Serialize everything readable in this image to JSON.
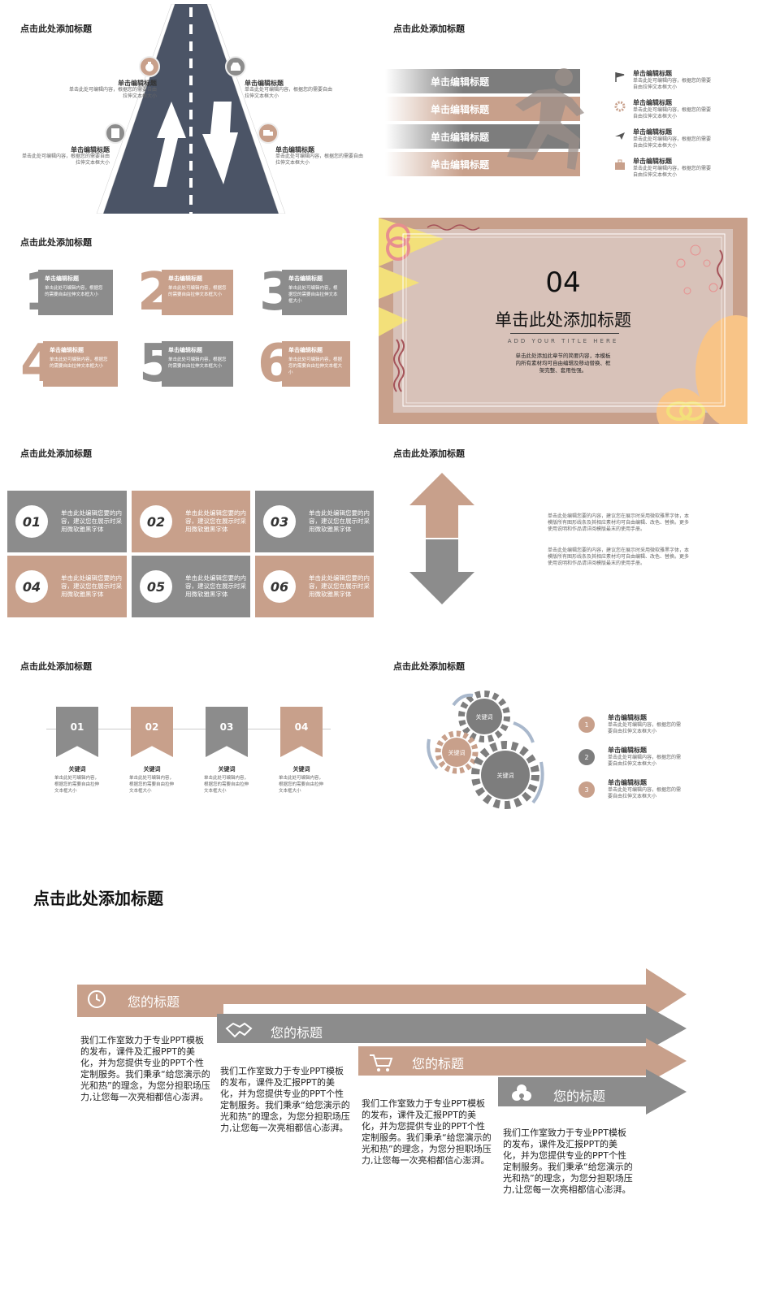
{
  "colors": {
    "tan": "#c8a08b",
    "gray": "#8c8c8c",
    "dark": "#4b5466",
    "pink": "#d8c2b9"
  },
  "s1": {
    "title": "点击此处添加标题",
    "items": [
      {
        "title": "单击编辑标题",
        "desc": "单击此处可编辑内容，根据您的需要自由拉伸文本框大小",
        "icon": "money-bag-icon"
      },
      {
        "title": "单击编辑标题",
        "desc": "单击此处可编辑内容，根据您的需要自由拉伸文本框大小",
        "icon": "inbox-icon"
      },
      {
        "title": "单击编辑标题",
        "desc": "单击此处可编辑内容，根据您的需要自由拉伸文本框大小",
        "icon": "document-icon"
      },
      {
        "title": "单击编辑标题",
        "desc": "单击此处可编辑内容，根据您的需要自由拉伸文本框大小",
        "icon": "truck-icon"
      }
    ]
  },
  "s2": {
    "title": "点击此处添加标题",
    "bars": [
      "单击编辑标题",
      "单击编辑标题",
      "单击编辑标题",
      "单击编辑标题"
    ],
    "items": [
      {
        "title": "单击编辑标题",
        "desc": "单击此处可编辑内容，根据您的需要自由拉伸文本框大小",
        "icon": "flag-icon"
      },
      {
        "title": "单击编辑标题",
        "desc": "单击此处可编辑内容，根据您的需要自由拉伸文本框大小",
        "icon": "gear-icon"
      },
      {
        "title": "单击编辑标题",
        "desc": "单击此处可编辑内容，根据您的需要自由拉伸文本框大小",
        "icon": "airplane-icon"
      },
      {
        "title": "单击编辑标题",
        "desc": "单击此处可编辑内容，根据您的需要自由拉伸文本框大小",
        "icon": "briefcase-icon"
      }
    ]
  },
  "s3": {
    "title": "点击此处添加标题",
    "items": [
      {
        "n": "1",
        "title": "单击编辑标题",
        "desc": "单击此处可编辑内容，根据您的需要自由拉伸文本框大小"
      },
      {
        "n": "2",
        "title": "单击编辑标题",
        "desc": "单击此处可编辑内容，根据您的需要自由拉伸文本框大小"
      },
      {
        "n": "3",
        "title": "单击编辑标题",
        "desc": "单击此处可编辑内容，根据您的需要自由拉伸文本框大小"
      },
      {
        "n": "4",
        "title": "单击编辑标题",
        "desc": "单击此处可编辑内容，根据您的需要自由拉伸文本框大小"
      },
      {
        "n": "5",
        "title": "单击编辑标题",
        "desc": "单击此处可编辑内容，根据您的需要自由拉伸文本框大小"
      },
      {
        "n": "6",
        "title": "单击编辑标题",
        "desc": "单击此处可编辑内容，根据您的需要自由拉伸文本框大小"
      }
    ]
  },
  "s4": {
    "num": "04",
    "title": "单击此处添加标题",
    "subtitle": "ADD YOUR TITLE HERE",
    "desc": "单击此处添加此章节的简要内容，本模板内所有素材均可自由编辑及移动替换、框架完整、套用性强。"
  },
  "s5": {
    "title": "点击此处添加标题",
    "items": [
      {
        "n": "01",
        "text": "单击此处编辑您要的内容，建议您在展示时采用微软雅黑字体"
      },
      {
        "n": "02",
        "text": "单击此处编辑您要的内容，建议您在展示时采用微软雅黑字体"
      },
      {
        "n": "03",
        "text": "单击此处编辑您要的内容，建议您在展示时采用微软雅黑字体"
      },
      {
        "n": "04",
        "text": "单击此处编辑您要的内容，建议您在展示时采用微软雅黑字体"
      },
      {
        "n": "05",
        "text": "单击此处编辑您要的内容，建议您在展示时采用微软雅黑字体"
      },
      {
        "n": "06",
        "text": "单击此处编辑您要的内容，建议您在展示时采用微软雅黑字体"
      }
    ]
  },
  "s6": {
    "title": "点击此处添加标题",
    "p1": "单击此处编辑您要的内容，建议您在展示时采用微软雅黑字体，本模版所有图形线条及其相应素材均可自由编辑、改色、替换。更多使用说明和作品请详阅模版最末的使用手册。",
    "p2": "单击此处编辑您要的内容，建议您在展示时采用微软雅黑字体，本模版所有图形线条及其相应素材均可自由编辑、改色、替换。更多使用说明和作品请详阅模版最末的使用手册。"
  },
  "s7": {
    "title": "点击此处添加标题",
    "items": [
      {
        "n": "01",
        "title": "关键词",
        "desc": "单击此处可编辑内容，根据您的需要自由拉伸文本框大小"
      },
      {
        "n": "02",
        "title": "关键词",
        "desc": "单击此处可编辑内容，根据您的需要自由拉伸文本框大小"
      },
      {
        "n": "03",
        "title": "关键词",
        "desc": "单击此处可编辑内容，根据您的需要自由拉伸文本框大小"
      },
      {
        "n": "04",
        "title": "关键词",
        "desc": "单击此处可编辑内容，根据您的需要自由拉伸文本框大小"
      }
    ]
  },
  "s8": {
    "title": "点击此处添加标题",
    "gears": [
      "关键词",
      "关键词",
      "关键词"
    ],
    "items": [
      {
        "n": "1",
        "title": "单击编辑标题",
        "desc": "单击此处可编辑内容，根据您的需要自由拉伸文本框大小"
      },
      {
        "n": "2",
        "title": "单击编辑标题",
        "desc": "单击此处可编辑内容，根据您的需要自由拉伸文本框大小"
      },
      {
        "n": "3",
        "title": "单击编辑标题",
        "desc": "单击此处可编辑内容，根据您的需要自由拉伸文本框大小"
      }
    ]
  },
  "s9": {
    "title": "点击此处添加标题",
    "items": [
      {
        "title": "您的标题",
        "icon": "clock-icon",
        "text": "我们工作室致力于专业PPT模板的发布，课件及汇报PPT的美化，并为您提供专业的PPT个性定制服务。我们秉承“给您演示的光和热”的理念，为您分担职场压力,让您每一次亮相都信心澎湃。"
      },
      {
        "title": "您的标题",
        "icon": "handshake-icon",
        "text": "我们工作室致力于专业PPT模板的发布，课件及汇报PPT的美化，并为您提供专业的PPT个性定制服务。我们秉承“给您演示的光和热”的理念，为您分担职场压力,让您每一次亮相都信心澎湃。"
      },
      {
        "title": "您的标题",
        "icon": "cart-icon",
        "text": "我们工作室致力于专业PPT模板的发布，课件及汇报PPT的美化，并为您提供专业的PPT个性定制服务。我们秉承“给您演示的光和热”的理念，为您分担职场压力,让您每一次亮相都信心澎湃。"
      },
      {
        "title": "您的标题",
        "icon": "flower-icon",
        "text": "我们工作室致力于专业PPT模板的发布，课件及汇报PPT的美化，并为您提供专业的PPT个性定制服务。我们秉承“给您演示的光和热”的理念，为您分担职场压力,让您每一次亮相都信心澎湃。"
      }
    ]
  }
}
